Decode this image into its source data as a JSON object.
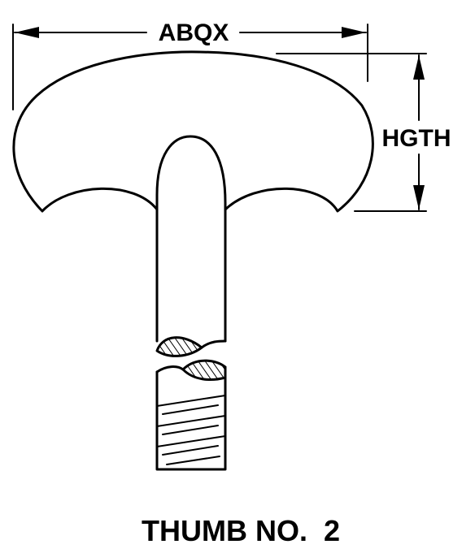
{
  "dimensions": {
    "width_label": "ABQX",
    "height_label": "HGTH"
  },
  "caption": "THUMB NO.  2",
  "colors": {
    "ink": "#000000",
    "background": "#ffffff"
  }
}
